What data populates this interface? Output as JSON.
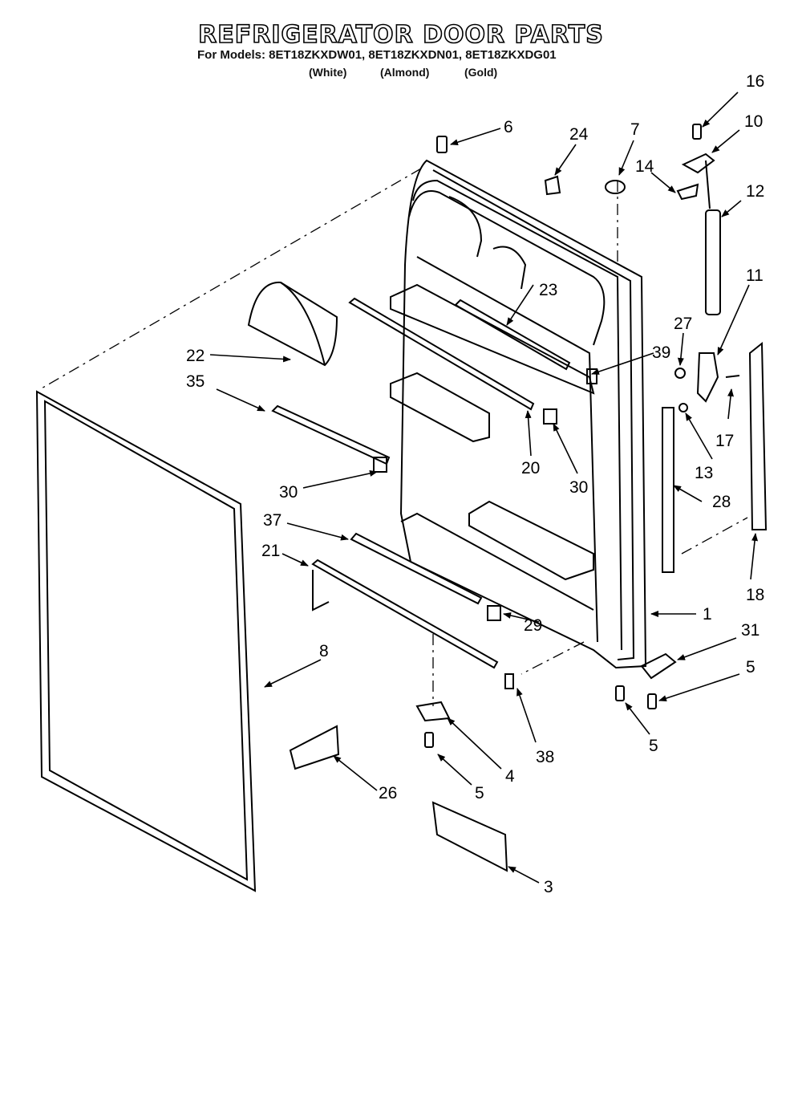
{
  "title": "REFRIGERATOR DOOR PARTS",
  "models_line": "For Models: 8ET18ZKXDW01, 8ET18ZKXDN01, 8ET18ZKXDG01",
  "colors": {
    "white": "(White)",
    "almond": "(Almond)",
    "gold": "(Gold)"
  },
  "callouts": {
    "c1": "1",
    "c3": "3",
    "c4": "4",
    "c5a": "5",
    "c5b": "5",
    "c5c": "5",
    "c6": "6",
    "c7": "7",
    "c8": "8",
    "c10": "10",
    "c11": "11",
    "c12": "12",
    "c13": "13",
    "c14": "14",
    "c16": "16",
    "c17": "17",
    "c18": "18",
    "c20": "20",
    "c21": "21",
    "c22": "22",
    "c23": "23",
    "c24": "24",
    "c26": "26",
    "c27": "27",
    "c28": "28",
    "c29": "29",
    "c30a": "30",
    "c30b": "30",
    "c31": "31",
    "c35": "35",
    "c37": "37",
    "c38": "38",
    "c39": "39"
  }
}
